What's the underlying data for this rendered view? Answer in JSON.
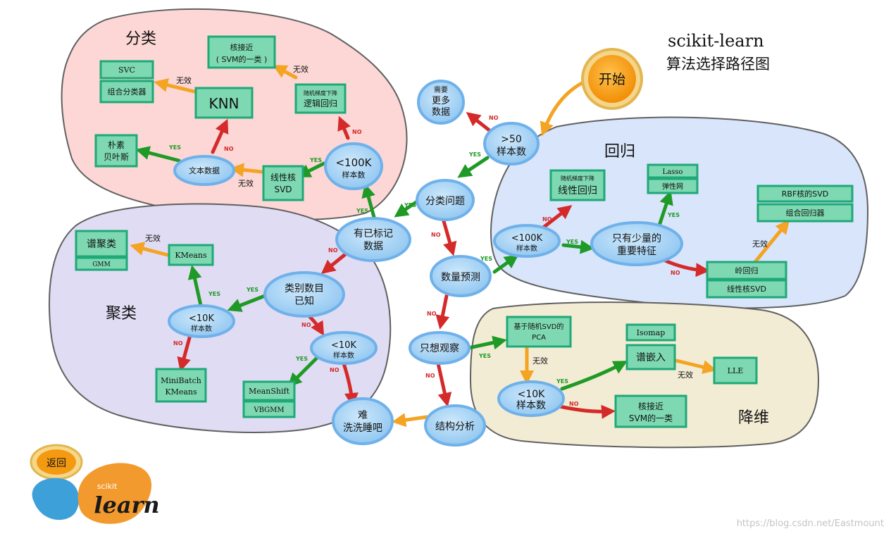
{
  "title": {
    "line1": "scikit-learn",
    "line2": "算法选择路径图"
  },
  "start_label": "开始",
  "back_label": "返回",
  "logo": {
    "small": "scikit",
    "big": "learn"
  },
  "watermark": "https://blog.csdn.net/Eastmount",
  "regions": {
    "classification": "分类",
    "regression": "回归",
    "clustering": "聚类",
    "dim_reduction": "降维"
  },
  "edge_labels": {
    "yes": "YES",
    "no": "NO",
    "fail": "无效"
  },
  "decisions": {
    "samples_50": [
      "&gt;50",
      "样本数"
    ],
    "more_data": [
      "需要",
      "更多",
      "数据"
    ],
    "predict_category": [
      "分类问题"
    ],
    "labeled": [
      "有已标记",
      "数据"
    ],
    "cls_100k": [
      "&lt;100K",
      "样本数"
    ],
    "text_data": [
      "文本数据"
    ],
    "predict_quantity": [
      "数量预测"
    ],
    "reg_100k": [
      "&lt;100K",
      "样本数"
    ],
    "few_features": [
      "只有少量的",
      "重要特征"
    ],
    "num_categories": [
      "类别数目",
      "已知"
    ],
    "clu_10k_a": [
      "&lt;10K",
      "样本数"
    ],
    "clu_10k_b": [
      "&lt;10K",
      "样本数"
    ],
    "just_looking": [
      "只想观察"
    ],
    "structure": [
      "结构分析"
    ],
    "tough": [
      "难",
      "洗洗睡吧"
    ],
    "dim_10k": [
      "&lt;10K",
      "样本数"
    ]
  },
  "estimators": {
    "svc": [
      "SVC"
    ],
    "ensemble_cls": [
      "组合分类器"
    ],
    "knn": [
      "KNN"
    ],
    "kernel_approx_cls": [
      "核接近",
      "( SVM的一类 )"
    ],
    "sgd_cls": [
      "随机梯度下降",
      "逻辑回归"
    ],
    "naive_bayes": [
      "朴素",
      "贝叶斯"
    ],
    "linear_svc": [
      "线性核",
      "SVD"
    ],
    "sgd_reg": [
      "随机梯度下降",
      "线性回归"
    ],
    "lasso": [
      "Lasso"
    ],
    "elastic_net": [
      "弹性网"
    ],
    "rbf_svr": [
      "RBF核的SVD"
    ],
    "ensemble_reg": [
      "组合回归器"
    ],
    "ridge": [
      "岭回归"
    ],
    "linear_svr": [
      "线性核SVD"
    ],
    "spectral_clustering": [
      "谱聚类"
    ],
    "gmm": [
      "GMM"
    ],
    "kmeans": [
      "KMeans"
    ],
    "minibatch_kmeans": [
      "MiniBatch",
      "KMeans"
    ],
    "meanshift": [
      "MeanShift"
    ],
    "vbgmm": [
      "VBGMM"
    ],
    "randomized_pca": [
      "基于随机SVD的",
      "PCA"
    ],
    "isomap": [
      "Isomap"
    ],
    "spectral_embedding": [
      "谱嵌入"
    ],
    "lle": [
      "LLE"
    ],
    "kernel_approx_dim": [
      "核接近",
      "SVM的一类"
    ]
  },
  "colors": {
    "classification": "#fcd7d5",
    "regression": "#d8e5fa",
    "clustering": "#e0dcf3",
    "dim_reduction": "#f3ecd4",
    "region_stroke": "#606060",
    "node_fill": "#a9d4f5",
    "node_stroke": "#6fb1ea",
    "box_fill": "#7ed9b2",
    "box_stroke": "#1fa878",
    "yes": "#1f9a26",
    "no": "#d42a2a",
    "fail": "#f4a322",
    "start": "#f39a12"
  }
}
